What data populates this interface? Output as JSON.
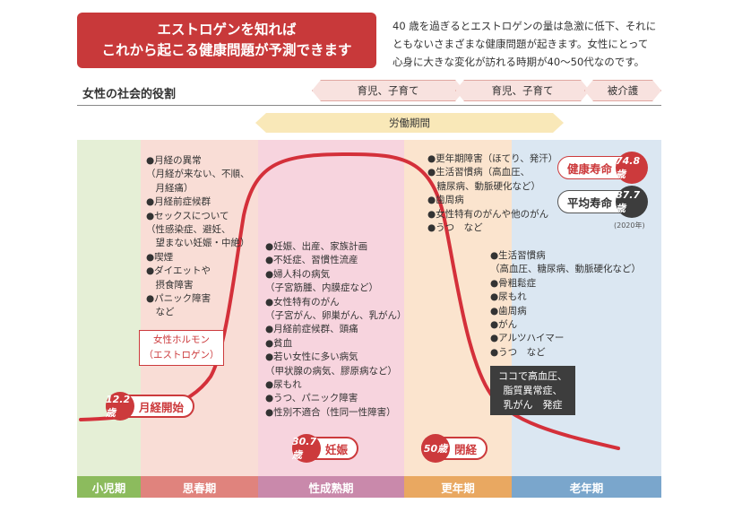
{
  "header": {
    "title_line1": "エストロゲンを知れば",
    "title_line2": "これから起こる健康問題が予測できます",
    "intro_line1": "40 歳を過ぎるとエストロゲンの量は急激に低下、それに",
    "intro_line2": "ともないさまざまな健康問題が起きます。女性にとって",
    "intro_line3": "心身に大きな変化が訪れる時期が40～50代なのです。"
  },
  "roles": {
    "title": "女性の社会的役割",
    "items": [
      "育児、子育て",
      "育児、子育て",
      "被介護"
    ],
    "labor": "労働期間"
  },
  "stages": [
    "小児期",
    "思春期",
    "性成熟期",
    "更年期",
    "老年期"
  ],
  "colors": {
    "curve": "#d4303a",
    "accent": "#cc3a3c",
    "band_child": "#e5efd6",
    "band_puberty": "#f9ddd6",
    "band_mature": "#f7d4de",
    "band_meno": "#fbe4ce",
    "band_old": "#dbe7f2",
    "stage_child": "#8cbb5d",
    "stage_puberty": "#e0837d",
    "stage_mature": "#c989ab",
    "stage_meno": "#e9a861",
    "stage_old": "#7aa6cc"
  },
  "notes": {
    "puberty": "●月経の異常\n（月経が来ない、不順、\n　月経痛）\n●月経前症候群\n●セックスについて\n（性感染症、避妊、\n　望まない妊娠・中絶）\n●喫煙\n●ダイエットや\n　摂食障害\n●パニック障害\n　など",
    "mature": "●妊娠、出産、家族計画\n●不妊症、習慣性流産\n●婦人科の病気\n（子宮筋腫、内膜症など）\n●女性特有のがん\n（子宮がん、卵巣がん、乳がん）\n●月経前症候群、頭痛\n●貧血\n●若い女性に多い病気\n（甲状腺の病気、膠原病など）\n●尿もれ\n●うつ、パニック障害\n●性別不適合（性同一性障害）",
    "menopause": "●更年期障害（ほてり、発汗）\n●生活習慣病（高血圧、\n　糖尿病、動脈硬化など）\n●歯周病\n●女性特有のがんや他のがん\n●うつ　など",
    "old": "●生活習慣病\n（高血圧、糖尿病、動脈硬化など）\n●骨粗鬆症\n●尿もれ\n●歯周病\n●がん\n●アルツハイマー\n●うつ　など"
  },
  "hormone_label_1": "女性ホルモン",
  "hormone_label_2": "（エストロゲン）",
  "milestones": {
    "menarche_age": "12.2歳",
    "menarche_label": "月経開始",
    "pregnancy_age": "30.7歳",
    "pregnancy_label": "妊娠",
    "menopause_age": "50歳",
    "menopause_label": "閉経"
  },
  "life": {
    "healthy_label": "健康寿命",
    "healthy_value": "74.8歳",
    "average_label": "平均寿命",
    "average_value": "87.7歳",
    "year": "(2020年)"
  },
  "warning": {
    "line1": "ココで高血圧、",
    "line2": "脂質異常症、",
    "line3": "乳がん　発症"
  }
}
